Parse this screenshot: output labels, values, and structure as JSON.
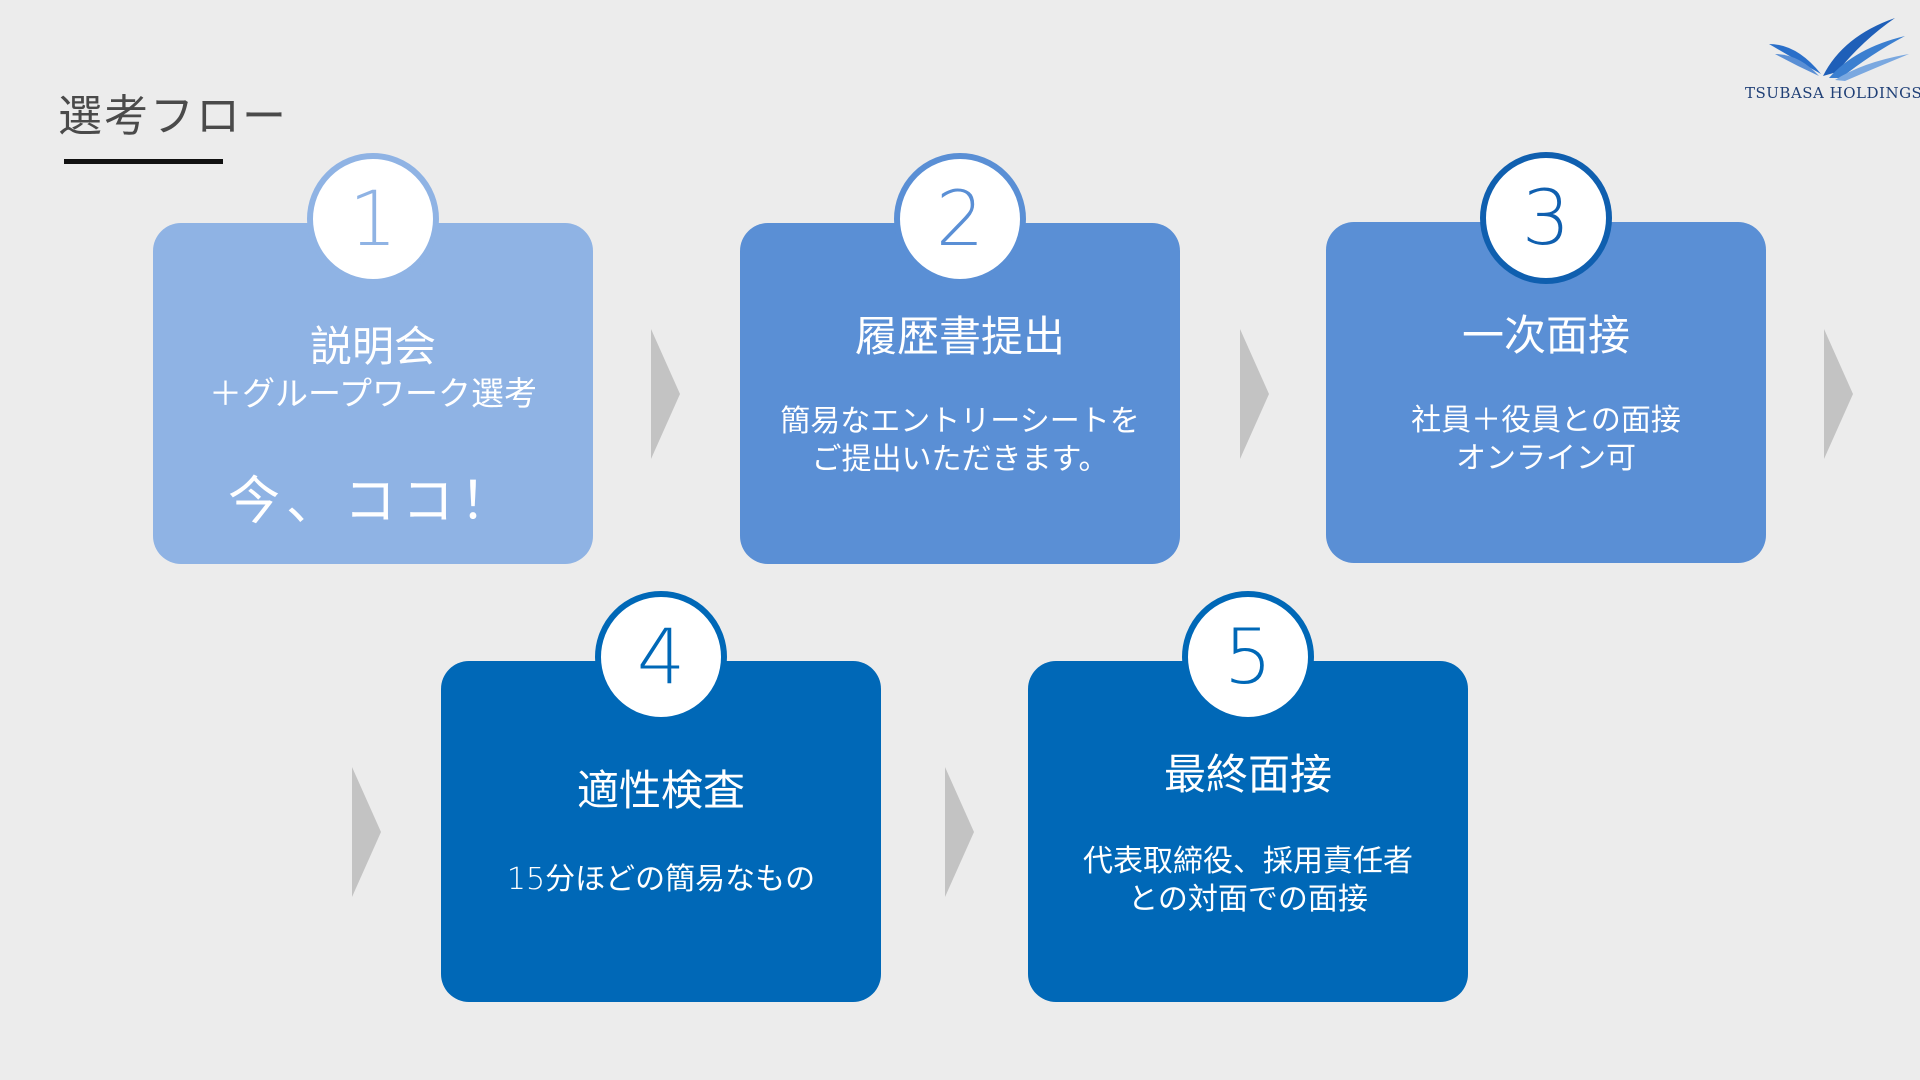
{
  "header": {
    "title": "選考フロー"
  },
  "logo": {
    "text": "TSUBASA HOLDINGS"
  },
  "steps": [
    {
      "number": "1",
      "title": "説明会",
      "subtitle": "＋グループワーク選考",
      "highlight": "今、ココ！"
    },
    {
      "number": "2",
      "title": "履歴書提出",
      "desc_lines": [
        "簡易なエントリーシートを",
        "ご提出いただきます。"
      ]
    },
    {
      "number": "3",
      "title": "一次面接",
      "desc_lines": [
        "社員＋役員との面接",
        "オンライン可"
      ]
    },
    {
      "number": "4",
      "title": "適性検査",
      "desc_lines": [
        "15分ほどの簡易なもの"
      ]
    },
    {
      "number": "5",
      "title": "最終面接",
      "desc_lines": [
        "代表取締役、採用責任者",
        "との対面での面接"
      ]
    }
  ],
  "colors": {
    "background": "#ececec",
    "step1": "#8fb3e4",
    "step2": "#5a8fd5",
    "step3": "#5a8fd5",
    "step4": "#0068b7",
    "step5": "#0068b7",
    "arrow": "#c3c3c3"
  },
  "icons": {
    "logo": "wings-logo-icon",
    "arrow": "chevron-right-icon"
  }
}
